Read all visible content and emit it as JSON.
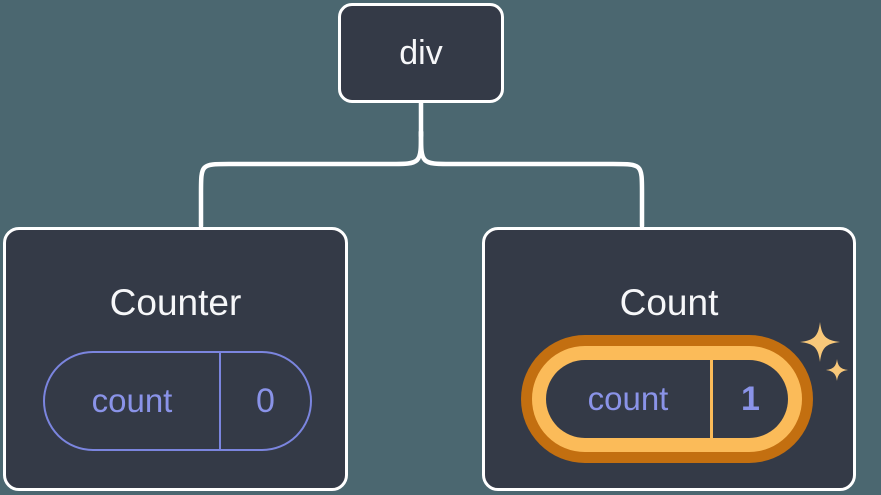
{
  "diagram": {
    "root": {
      "label": "div"
    },
    "nodes": [
      {
        "title": "Counter",
        "state_key": "count",
        "state_value": "0",
        "highlighted": false
      },
      {
        "title": "Count",
        "state_key": "count",
        "state_value": "1",
        "highlighted": true
      }
    ]
  },
  "colors": {
    "background": "#4b6770",
    "node_fill": "#343a47",
    "node_border": "#ffffff",
    "connector": "#ffffff",
    "state_border": "#7b85df",
    "state_text": "#8a93e8",
    "highlight_dark": "#c36f10",
    "highlight_light": "#fbbb59",
    "sparkle": "#f8c87a",
    "title_text": "#f6f7f9"
  }
}
